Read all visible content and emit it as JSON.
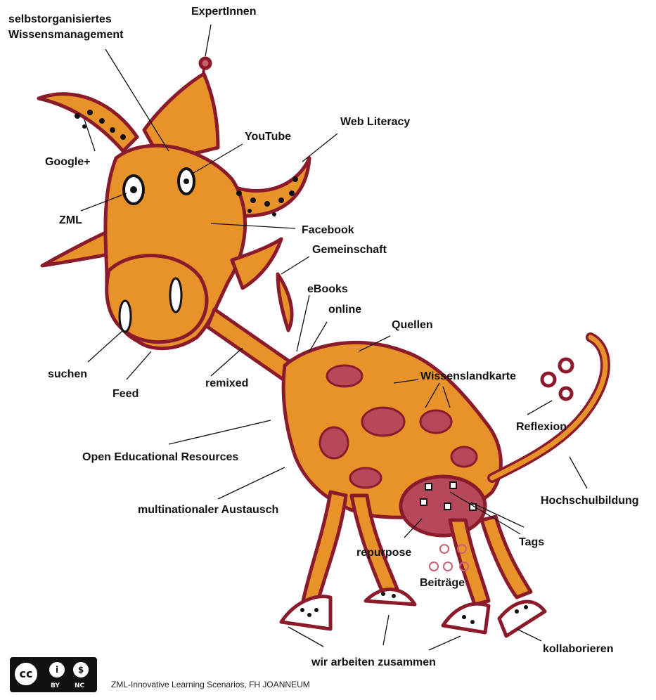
{
  "colors": {
    "orange": "#e8922a",
    "maroon": "#8b1a2b",
    "pink": "#c9606f",
    "label": "#111111"
  },
  "labels": {
    "selbstorganisiert_1": "selbstorganisiertes",
    "selbstorganisiert_2": "Wissensmanagement",
    "expertinnen": "ExpertInnen",
    "google_plus": "Google+",
    "youtube": "YouTube",
    "web_literacy": "Web Literacy",
    "zml": "ZML",
    "facebook": "Facebook",
    "gemeinschaft": "Gemeinschaft",
    "ebooks": "eBooks",
    "online": "online",
    "quellen": "Quellen",
    "suchen": "suchen",
    "feed": "Feed",
    "remixed": "remixed",
    "wissenslandkarte": "Wissenslandkarte",
    "reflexion": "Reflexion",
    "oer": "Open Educational Resources",
    "hochschulbildung": "Hochschulbildung",
    "austausch": "multinationaler Austausch",
    "tags": "Tags",
    "repurpose": "repurpose",
    "beitraege": "Beiträge",
    "kollaborieren": "kollaborieren",
    "wir_arbeiten": "wir arbeiten zusammen"
  },
  "license": {
    "cc": "cc",
    "by": "BY",
    "nc": "NC"
  },
  "footer": "ZML-Innovative Learning Scenarios, FH JOANNEUM"
}
